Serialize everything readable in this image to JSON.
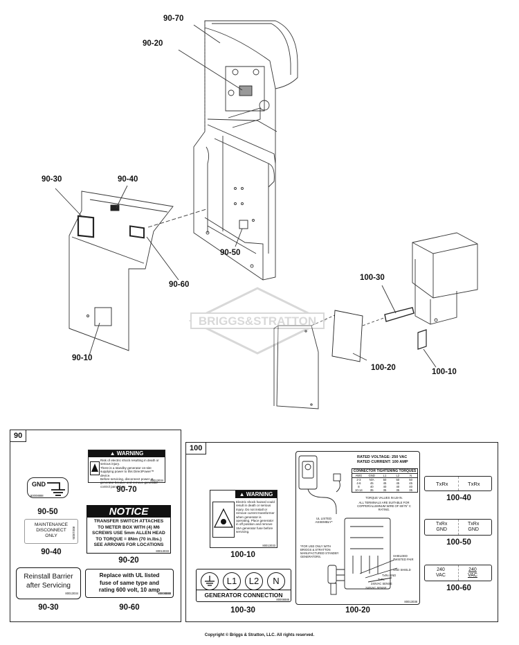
{
  "diagram": {
    "watermark": "BRIGGS&STRATTON",
    "callouts": [
      {
        "id": "c9070",
        "text": "90-70"
      },
      {
        "id": "c9020",
        "text": "90-20"
      },
      {
        "id": "c9030",
        "text": "90-30"
      },
      {
        "id": "c9040",
        "text": "90-40"
      },
      {
        "id": "c9050",
        "text": "90-50"
      },
      {
        "id": "c9060",
        "text": "90-60"
      },
      {
        "id": "c9010",
        "text": "90-10"
      },
      {
        "id": "c10030",
        "text": "100-30"
      },
      {
        "id": "c10020",
        "text": "100-20"
      },
      {
        "id": "c10010",
        "text": "100-10"
      }
    ]
  },
  "panel90": {
    "tag": "90",
    "gnd": {
      "text": "GND",
      "pn": "80008888",
      "label": "90-50"
    },
    "warning": {
      "header": "WARNING",
      "lines": [
        "Risk of electric shock resulting in death or serious injury.",
        "There is a standby generator on-site supplying power to this DirectPower™ device.",
        "Before servicing, disconnect power at generator breaker and remove generator control panel fuse."
      ],
      "pn": "80013034",
      "label": "90-70"
    },
    "maintenance": {
      "lines": [
        "MAINTENANCE",
        "DISCONNECT",
        "ONLY"
      ],
      "pn": "80013035",
      "label": "90-40"
    },
    "notice": {
      "header": "NOTICE",
      "lines": [
        "TRANSFER SWITCH ATTACHES",
        "TO METER BOX WITH (4) M6",
        "SCREWS USE 5mm ALLEN HEAD",
        "TO TORQUE = 8Nm (70 in.lbs.)",
        "SEE ARROWS FOR LOCATIONS"
      ],
      "pn": "80013033",
      "label": "90-20"
    },
    "barrier": {
      "lines": [
        "Reinstall Barrier",
        "after Servicing"
      ],
      "pn": "80013034",
      "label": "90-30"
    },
    "fuse": {
      "lines": [
        "Replace with UL listed",
        "fuse of same type and",
        "rating 600 volt, 10 amp"
      ],
      "pn": "80008888",
      "label": "90-60"
    }
  },
  "panel100": {
    "tag": "100",
    "warning": {
      "header": "WARNING",
      "lines": [
        "Electric shock hazard could result in death or serious injury. Do not install or remove current transformer when generator is operating. Place generator in off position and remove 15A generator fuse before servicing."
      ],
      "pn": "80013033",
      "label": "100-10"
    },
    "gen_conn": {
      "symbols": [
        "L1",
        "L2",
        "N"
      ],
      "title": "GENERATOR CONNECTION",
      "pn": "80008888",
      "label": "100-30"
    },
    "wiring": {
      "rated_voltage": "RATED VOLTAGE: 250 VAC",
      "rated_current": "RATED CURRENT: 100 AMP",
      "torque_title": "CONNECTOR TIGHTENING TORQUES",
      "torque_headers": [
        "AWG",
        "GND",
        "L1",
        "L2",
        "N"
      ],
      "torque_rows": [
        [
          "2-3",
          "N/A",
          "50",
          "50",
          "50"
        ],
        [
          "4-6",
          "45",
          "45",
          "45",
          "45"
        ],
        [
          "8",
          "40",
          "40",
          "40",
          "40"
        ],
        [
          "10-14",
          "35",
          "35",
          "35",
          "35"
        ]
      ],
      "torque_note": "TORQUE VALUES IN LB-IN.",
      "terminal_note": "ALL TERMINALS ARE SUITABLE FOR COPPER/ALUMINUM WIRE OF 60/75° C RATING.",
      "ul_note": "UL LISTED ASSEMBLY*",
      "use_note": "*FOR USE ONLY WITH BRIGGS & STRATTON MANUFACTURED STANDBY GENERATORS.",
      "shielded": "SHIELDED TWISTED PAIR",
      "gnd_shield": "GND SHIELD",
      "txrx_gnd": "TxRx GND",
      "txrx": "TxRx",
      "sense1": "240VAC SENSE",
      "sense2": "240VAC SENSE",
      "pn": "80013038",
      "label": "100-20"
    },
    "tags": [
      {
        "left": "TxRx",
        "right": "TxRx",
        "label": "100-40"
      },
      {
        "left": "TxRx\nGND",
        "right": "TxRx\nGND",
        "label": "100-50"
      },
      {
        "left": "240\nVAC",
        "right": "240\nVAC",
        "label": "100-60"
      }
    ]
  },
  "footer": {
    "copyright": "Copyright © Briggs & Stratton, LLC. All rights reserved."
  }
}
